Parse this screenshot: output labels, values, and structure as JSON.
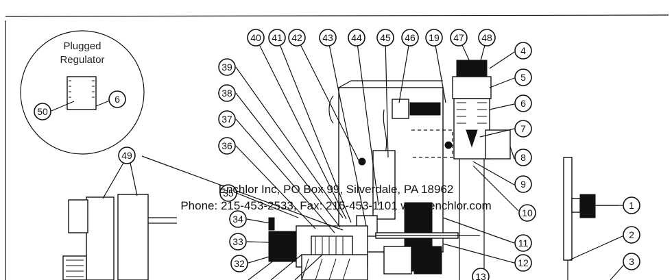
{
  "inset": {
    "title_line1": "Plugged",
    "title_line2": "Regulator"
  },
  "watermark": {
    "line1": "Enchlor Inc, PO Box 99, Silverdale, PA 18962",
    "line2": "Phone: 215-453-2533, Fax: 215-453-1101  www.enchlor.com"
  },
  "callouts": [
    {
      "id": "50",
      "label": "50"
    },
    {
      "id": "6a",
      "label": "6"
    },
    {
      "id": "49",
      "label": "49"
    },
    {
      "id": "40",
      "label": "40"
    },
    {
      "id": "41",
      "label": "41"
    },
    {
      "id": "42",
      "label": "42"
    },
    {
      "id": "43",
      "label": "43"
    },
    {
      "id": "44",
      "label": "44"
    },
    {
      "id": "45",
      "label": "45"
    },
    {
      "id": "46",
      "label": "46"
    },
    {
      "id": "19",
      "label": "19"
    },
    {
      "id": "47",
      "label": "47"
    },
    {
      "id": "48",
      "label": "48"
    },
    {
      "id": "4",
      "label": "4"
    },
    {
      "id": "5",
      "label": "5"
    },
    {
      "id": "6b",
      "label": "6"
    },
    {
      "id": "7",
      "label": "7"
    },
    {
      "id": "8",
      "label": "8"
    },
    {
      "id": "9",
      "label": "9"
    },
    {
      "id": "10",
      "label": "10"
    },
    {
      "id": "11",
      "label": "11"
    },
    {
      "id": "12",
      "label": "12"
    },
    {
      "id": "13",
      "label": "13"
    },
    {
      "id": "1",
      "label": "1"
    },
    {
      "id": "2",
      "label": "2"
    },
    {
      "id": "3",
      "label": "3"
    },
    {
      "id": "39",
      "label": "39"
    },
    {
      "id": "38",
      "label": "38"
    },
    {
      "id": "37",
      "label": "37"
    },
    {
      "id": "36",
      "label": "36"
    },
    {
      "id": "35",
      "label": "35"
    },
    {
      "id": "34",
      "label": "34"
    },
    {
      "id": "33",
      "label": "33"
    },
    {
      "id": "32",
      "label": "32"
    }
  ]
}
